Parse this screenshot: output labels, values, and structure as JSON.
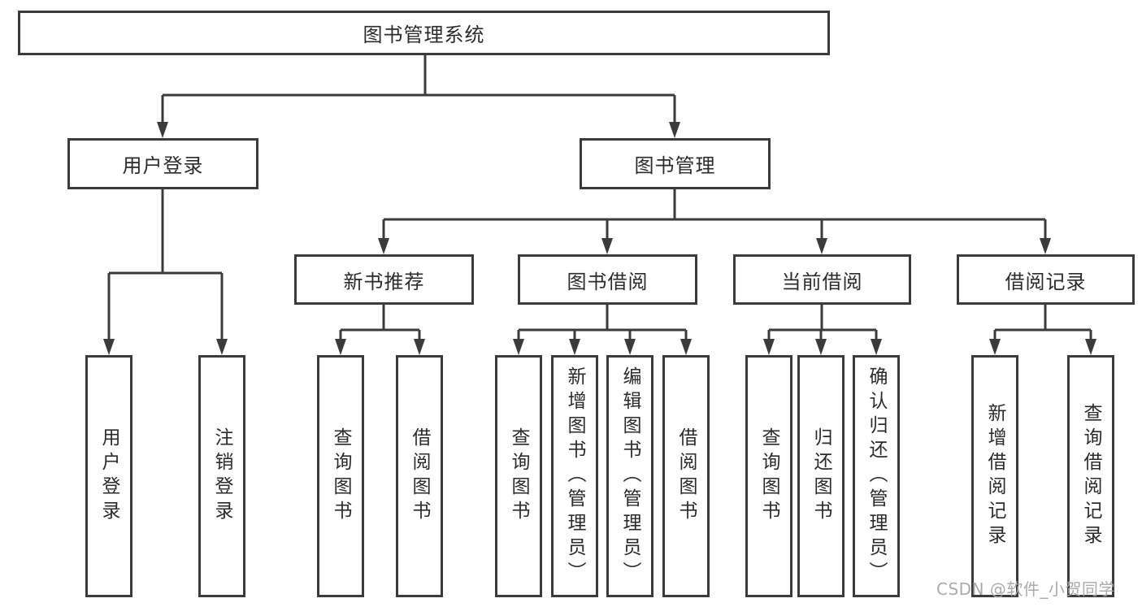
{
  "diagram_title": "图书管理系统",
  "colors": {
    "line": "#3b3b3b",
    "box_border": "#3b3b3b",
    "text": "#2b2b2b",
    "background": "#ffffff",
    "watermark": "#a5a5a5"
  },
  "tree": {
    "label": "图书管理系统",
    "children": [
      {
        "label": "用户登录",
        "children": [
          {
            "label": "用户登录"
          },
          {
            "label": "注销登录"
          }
        ]
      },
      {
        "label": "图书管理",
        "children": [
          {
            "label": "新书推荐",
            "children": [
              {
                "label": "查询图书"
              },
              {
                "label": "借阅图书"
              }
            ]
          },
          {
            "label": "图书借阅",
            "children": [
              {
                "label": "查询图书"
              },
              {
                "label": "新增图书（管理员）"
              },
              {
                "label": "编辑图书（管理员）"
              },
              {
                "label": "借阅图书"
              }
            ]
          },
          {
            "label": "当前借阅",
            "children": [
              {
                "label": "查询图书"
              },
              {
                "label": "归还图书"
              },
              {
                "label": "确认归还（管理员）"
              }
            ]
          },
          {
            "label": "借阅记录",
            "children": [
              {
                "label": "新增借阅记录"
              },
              {
                "label": "查询借阅记录"
              }
            ]
          }
        ]
      }
    ]
  },
  "watermark": {
    "text": "CSDN @软件_小贺同学"
  }
}
